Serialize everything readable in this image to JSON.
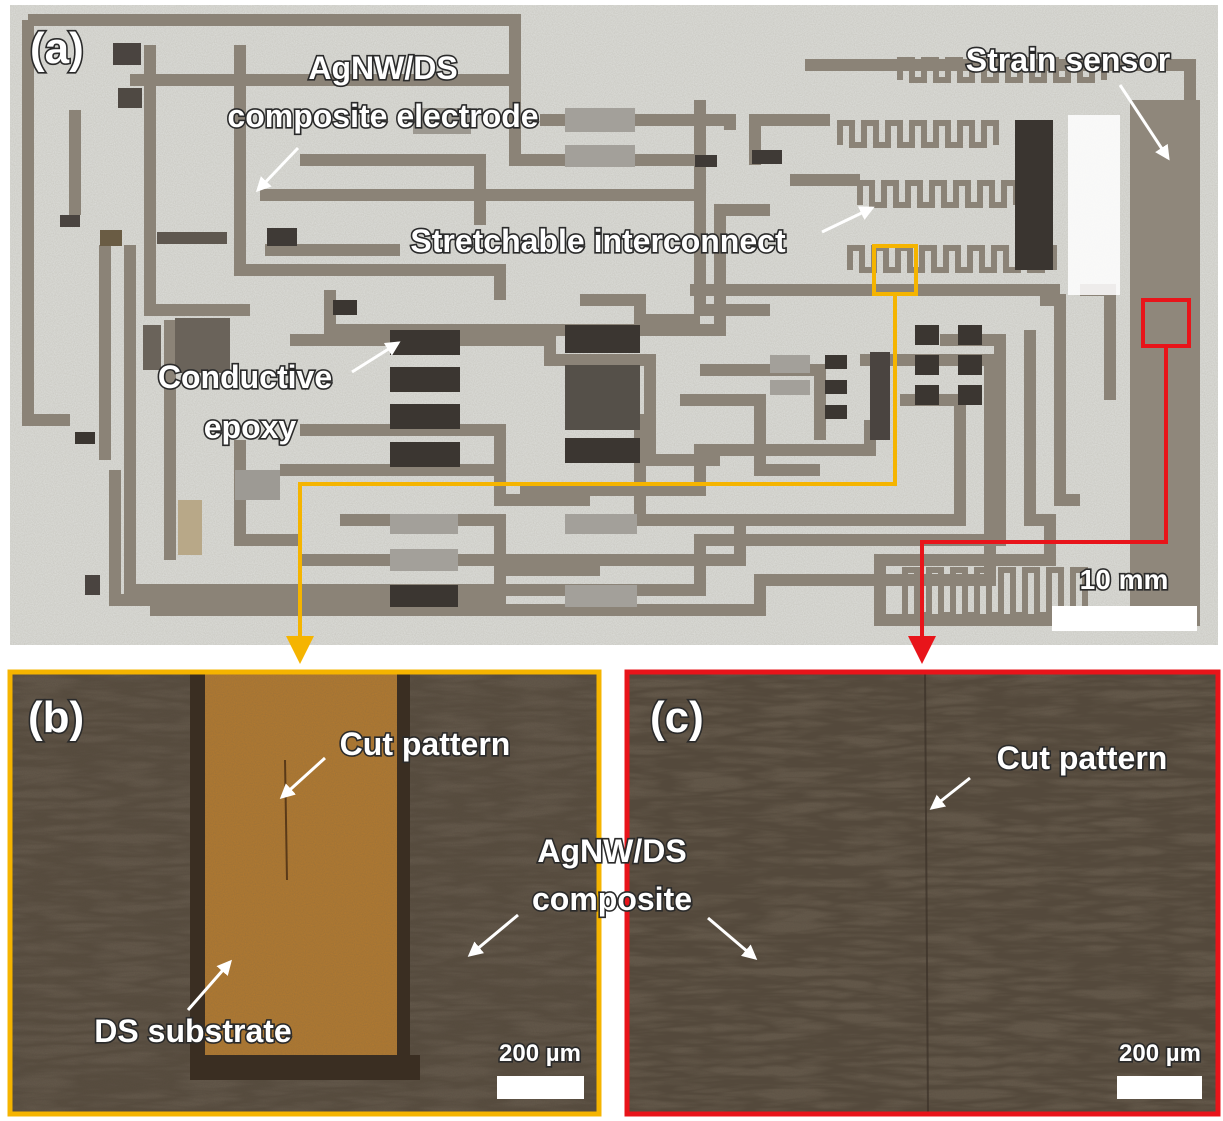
{
  "panel_a": {
    "letter": "(a)",
    "labels": {
      "electrode_line1": "AgNW/DS",
      "electrode_line2": "composite electrode",
      "strain_sensor": "Strain sensor",
      "interconnect": "Stretchable interconnect",
      "epoxy_line1": "Conductive",
      "epoxy_line2": "epoxy"
    },
    "scale_bar": "10 mm"
  },
  "panel_b": {
    "letter": "(b)",
    "labels": {
      "cut_pattern": "Cut pattern",
      "composite_line1": "AgNW/DS",
      "composite_line2": "composite",
      "substrate": "DS substrate"
    },
    "scale_bar": "200 µm"
  },
  "panel_c": {
    "letter": "(c)",
    "labels": {
      "cut_pattern": "Cut pattern"
    },
    "scale_bar": "200 µm"
  },
  "colors": {
    "inset_b_frame": "#f5b400",
    "inset_c_frame": "#e8141a",
    "trace": "#8a8275",
    "background": "#dcdcd8"
  }
}
